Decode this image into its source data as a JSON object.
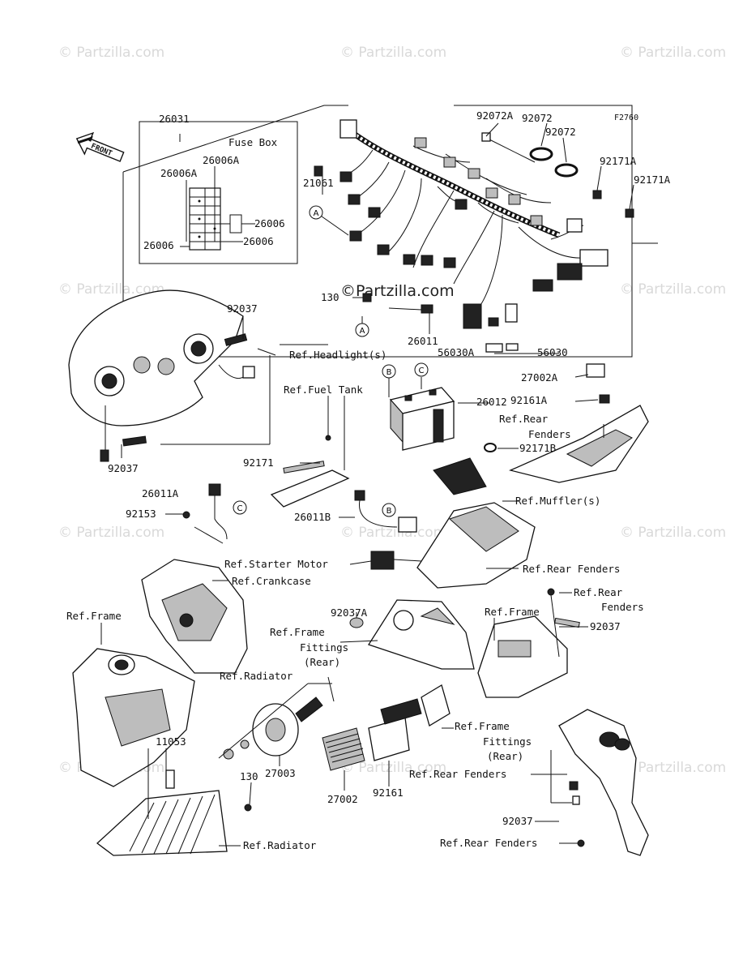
{
  "watermark": "© Partzilla.com",
  "watermark_center": "©Partzilla.com",
  "figure_code": "F2760",
  "front_label": "FRONT",
  "fuse_box_title": "Fuse Box",
  "callouts": {
    "a": "A",
    "b": "B",
    "c": "C"
  },
  "labels": {
    "l26031": "26031",
    "l26006A_1": "26006A",
    "l26006A_2": "26006A",
    "l26006_1": "26006",
    "l26006_2": "26006",
    "l26006_3": "26006",
    "l92072A": "92072A",
    "l92072_1": "92072",
    "l92072_2": "92072",
    "l92171A_1": "92171A",
    "l92171A_2": "92171A",
    "l21061": "21061",
    "l130_1": "130",
    "l26011": "26011",
    "l56030A": "56030A",
    "l56030": "56030",
    "l92037_1": "92037",
    "ref_headlight": "Ref.Headlight(s)",
    "l92037_2": "92037",
    "l27002A": "27002A",
    "ref_fuel_tank": "Ref.Fuel Tank",
    "l26012": "26012",
    "l92161A": "92161A",
    "ref_rear_fenders_1a": "Ref.Rear",
    "ref_rear_fenders_1b": "Fenders",
    "l92171": "92171",
    "l92171B": "92171B",
    "l26011A": "26011A",
    "ref_mufflers": "Ref.Muffler(s)",
    "l92153": "92153",
    "l26011B": "26011B",
    "ref_starter_motor": "Ref.Starter Motor",
    "ref_rear_fenders_2": "Ref.Rear Fenders",
    "ref_crankcase": "Ref.Crankcase",
    "ref_rear_fenders_3a": "Ref.Rear",
    "ref_rear_fenders_3b": "Fenders",
    "l92037A": "92037A",
    "ref_frame_1": "Ref.Frame",
    "ref_frame_2": "Ref.Frame",
    "l92037_3": "92037",
    "ref_frame_fittings_1a": "Ref.Frame",
    "ref_frame_fittings_1b": "Fittings",
    "ref_frame_fittings_1c": "(Rear)",
    "ref_radiator_1": "Ref.Radiator",
    "ref_frame_fittings_2a": "Ref.Frame",
    "ref_frame_fittings_2b": "Fittings",
    "ref_frame_fittings_2c": "(Rear)",
    "l11053": "11053",
    "l130_2": "130",
    "l27003": "27003",
    "ref_rear_fenders_4": "Ref.Rear Fenders",
    "l27002": "27002",
    "l92161": "92161",
    "l92037_4": "92037",
    "ref_radiator_2": "Ref.Radiator",
    "ref_rear_fenders_5": "Ref.Rear Fenders"
  }
}
